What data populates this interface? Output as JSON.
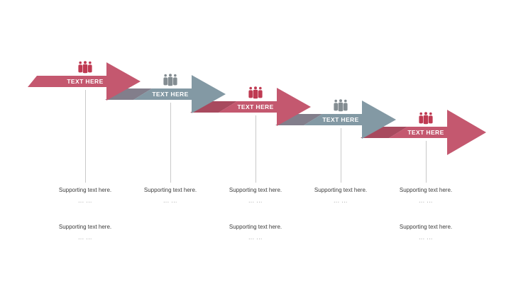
{
  "slide": {
    "background": "#ffffff"
  },
  "colors": {
    "red": "#c4586f",
    "red_dark": "#a84a5e",
    "gray": "#8399a4",
    "gray_dark": "#827e8b",
    "icon_red": "#bf3a52",
    "icon_gray": "#848d92",
    "connector_line": "#c9c9c9",
    "support_text": "#3c3c3c",
    "support_dots": "#8c8c8c",
    "label_text": "#ffffff"
  },
  "arrows": [
    {
      "label": "TEXT HERE",
      "fill": "red",
      "fold": null,
      "icon": "people-group-icon",
      "icon_fill": "icon_red"
    },
    {
      "label": "TEXT HERE",
      "fill": "gray",
      "fold": "gray_dark",
      "icon": "people-group-icon",
      "icon_fill": "icon_gray"
    },
    {
      "label": "TEXT HERE",
      "fill": "red",
      "fold": "red_dark",
      "icon": "people-group-icon",
      "icon_fill": "icon_red"
    },
    {
      "label": "TEXT HERE",
      "fill": "gray",
      "fold": "gray_dark",
      "icon": "people-group-icon",
      "icon_fill": "icon_gray"
    },
    {
      "label": "TEXT HERE",
      "fill": "red",
      "fold": "red_dark",
      "icon": "people-group-icon",
      "icon_fill": "icon_red"
    }
  ],
  "supporting": [
    {
      "blocks": [
        {
          "text": "Supporting text here.",
          "dots": "... ..."
        },
        {
          "text": "Supporting text here.",
          "dots": "... ..."
        }
      ]
    },
    {
      "blocks": [
        {
          "text": "Supporting text here.",
          "dots": "... ..."
        }
      ]
    },
    {
      "blocks": [
        {
          "text": "Supporting text here.",
          "dots": "... ..."
        },
        {
          "text": "Supporting text here.",
          "dots": "... ..."
        }
      ]
    },
    {
      "blocks": [
        {
          "text": "Supporting text here.",
          "dots": "... ..."
        }
      ]
    },
    {
      "blocks": [
        {
          "text": "Supporting text here.",
          "dots": "... ..."
        },
        {
          "text": "Supporting text here.",
          "dots": "... ..."
        }
      ]
    }
  ]
}
